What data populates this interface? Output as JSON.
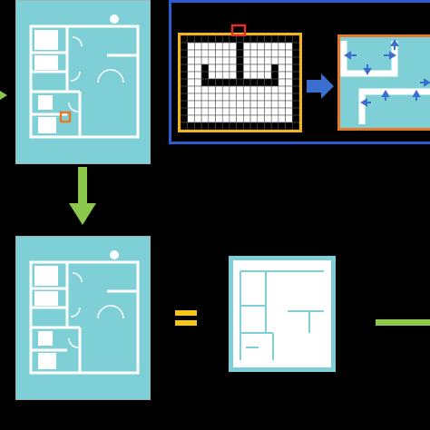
{
  "diagram": {
    "background": "#000000",
    "colors": {
      "floorplan_fill": "#7ecfd6",
      "panel_border": "#9fb3b8",
      "wall": "#ffffff",
      "grid_box_border": "#f3b51b",
      "grid_marker": "#e03030",
      "highlight_square": "#e8782b",
      "arrow_blue": "#3a6fd0",
      "arrow_green": "#8cc84b",
      "equals_yellow": "#f5c518",
      "detail_frame_blue": "#2a5ccf",
      "detail_border_orange": "#e8782b",
      "result_panel_fill": "#7ecfd6"
    },
    "panels": [
      {
        "id": "input-floorplan",
        "icon": "floorplan-with-furniture"
      },
      {
        "id": "grid-detail",
        "icon": "binary-occupancy-grid"
      },
      {
        "id": "direction-detail",
        "icon": "wall-direction-vectors"
      },
      {
        "id": "intermediate-floorplan",
        "icon": "floorplan-with-furniture"
      },
      {
        "id": "output-walls",
        "icon": "extracted-walls-floorplan"
      }
    ],
    "connectors": [
      {
        "from": "grid-detail",
        "to": "direction-detail",
        "icon": "arrow-right-icon",
        "color": "#3a6fd0"
      },
      {
        "from": "input-floorplan",
        "to": "intermediate-floorplan",
        "icon": "arrow-down-icon",
        "color": "#8cc84b"
      },
      {
        "from": "intermediate-floorplan",
        "to": "output-walls",
        "icon": "equals-icon",
        "color": "#f5c518"
      }
    ]
  }
}
